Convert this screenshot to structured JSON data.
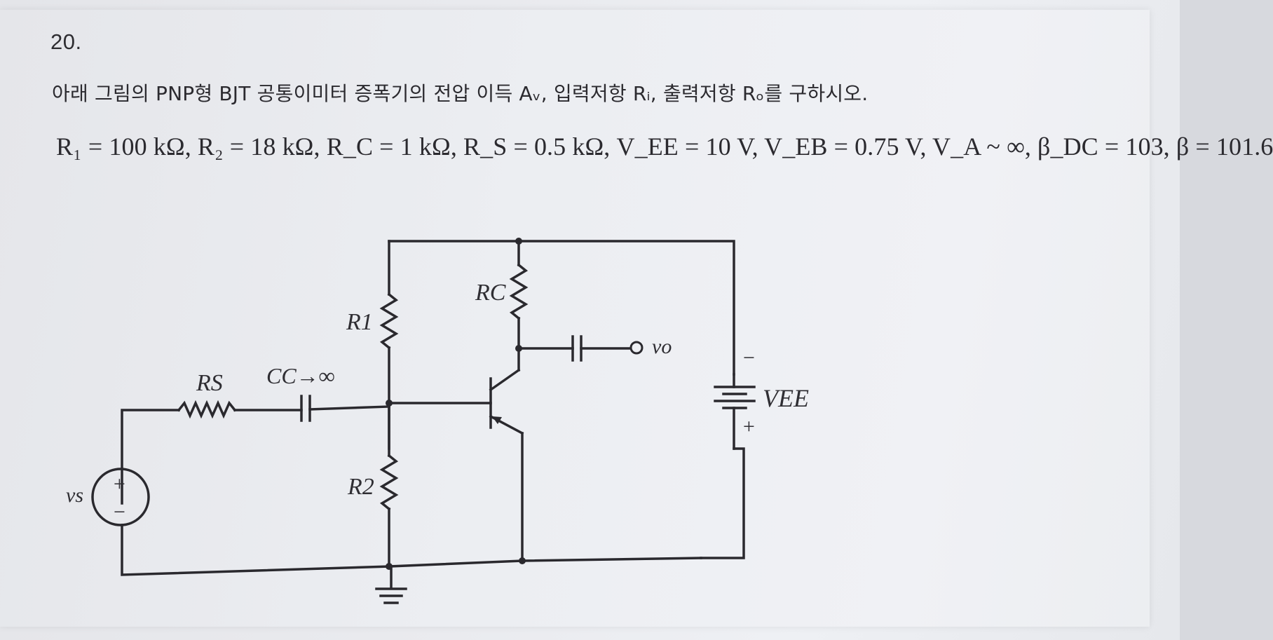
{
  "problem": {
    "number": "20.",
    "question": "아래 그림의 PNP형 BJT 공통이미터 증폭기의 전압 이득 Aᵥ, 입력저항 Rᵢ, 출력저항 Rₒ를 구하시오.",
    "givens": "R₁ = 100 kΩ, R₂ = 18 kΩ, R_C = 1 kΩ, R_S = 0.5 kΩ, V_EE = 10 V, V_EB = 0.75 V, V_A ~ ∞, β_DC = 103, β = 101.6"
  },
  "circuit": {
    "labels": {
      "rs": "RS",
      "cc": "CC→∞",
      "r1": "R1",
      "r2": "R2",
      "rc": "RC",
      "vo": "vo",
      "vs": "vs",
      "vee": "VEE",
      "vs_plus": "+",
      "vs_minus": "−",
      "batt_minus": "−",
      "batt_plus": "+"
    }
  }
}
